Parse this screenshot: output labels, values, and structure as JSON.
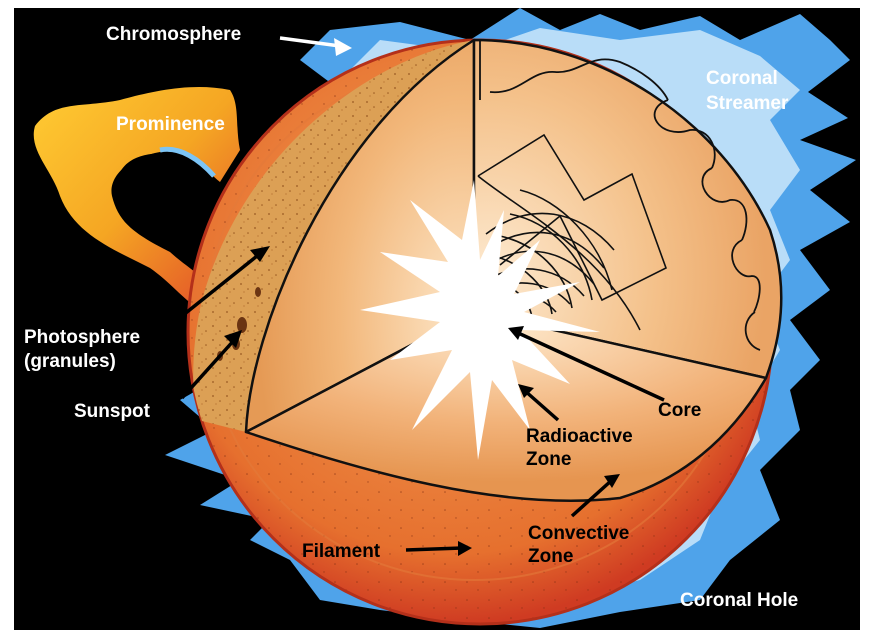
{
  "diagram": {
    "labels": {
      "chromosphere": "Chromosphere",
      "prominence": "Prominence",
      "coronal_streamer_line1": "Coronal",
      "coronal_streamer_line2": "Streamer",
      "photosphere_line1": "Photosphere",
      "photosphere_line2": "(granules)",
      "sunspot": "Sunspot",
      "core": "Core",
      "radioactive_line1": "Radioactive",
      "radioactive_line2": "Zone",
      "convective_line1": "Convective",
      "convective_line2": "Zone",
      "filament": "Filament",
      "coronal_hole": "Coronal Hole"
    },
    "colors": {
      "background": "#000000",
      "corona": "#5aaef0",
      "chromosphere": "#d8482a",
      "interior": "#f2b77a",
      "core": "#ffffff",
      "label_text": "#ffffff",
      "dark_label_text": "#000000",
      "arrow_white": "#ffffff",
      "arrow_black": "#000000"
    }
  }
}
